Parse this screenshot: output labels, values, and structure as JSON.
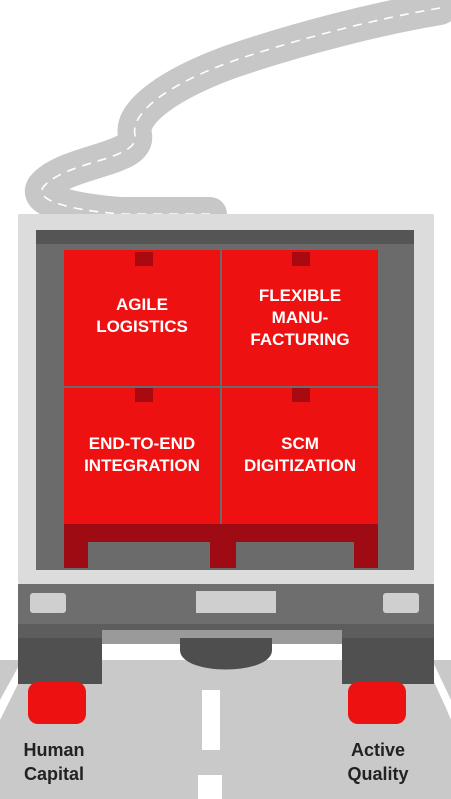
{
  "colors": {
    "red": "#ee1111",
    "dark_red": "#a80a10",
    "pallet": "#9e0b12",
    "truck_grey": "#6b6b6b",
    "road": "#c9c9c9"
  },
  "boxes": [
    {
      "id": "agile-logistics",
      "lines": [
        "AGILE",
        "LOGISTICS"
      ]
    },
    {
      "id": "flexible-manufacturing",
      "lines": [
        "FLEXIBLE",
        "MANU-",
        "FACTURING"
      ]
    },
    {
      "id": "end-to-end-integration",
      "lines": [
        "END-TO-END",
        "INTEGRATION"
      ]
    },
    {
      "id": "scm-digitization",
      "lines": [
        "SCM",
        "DIGITIZATION"
      ]
    }
  ],
  "wheels": [
    {
      "id": "human-capital",
      "lines": [
        "Human",
        "Capital"
      ]
    },
    {
      "id": "active-quality",
      "lines": [
        "Active",
        "Quality"
      ]
    }
  ]
}
